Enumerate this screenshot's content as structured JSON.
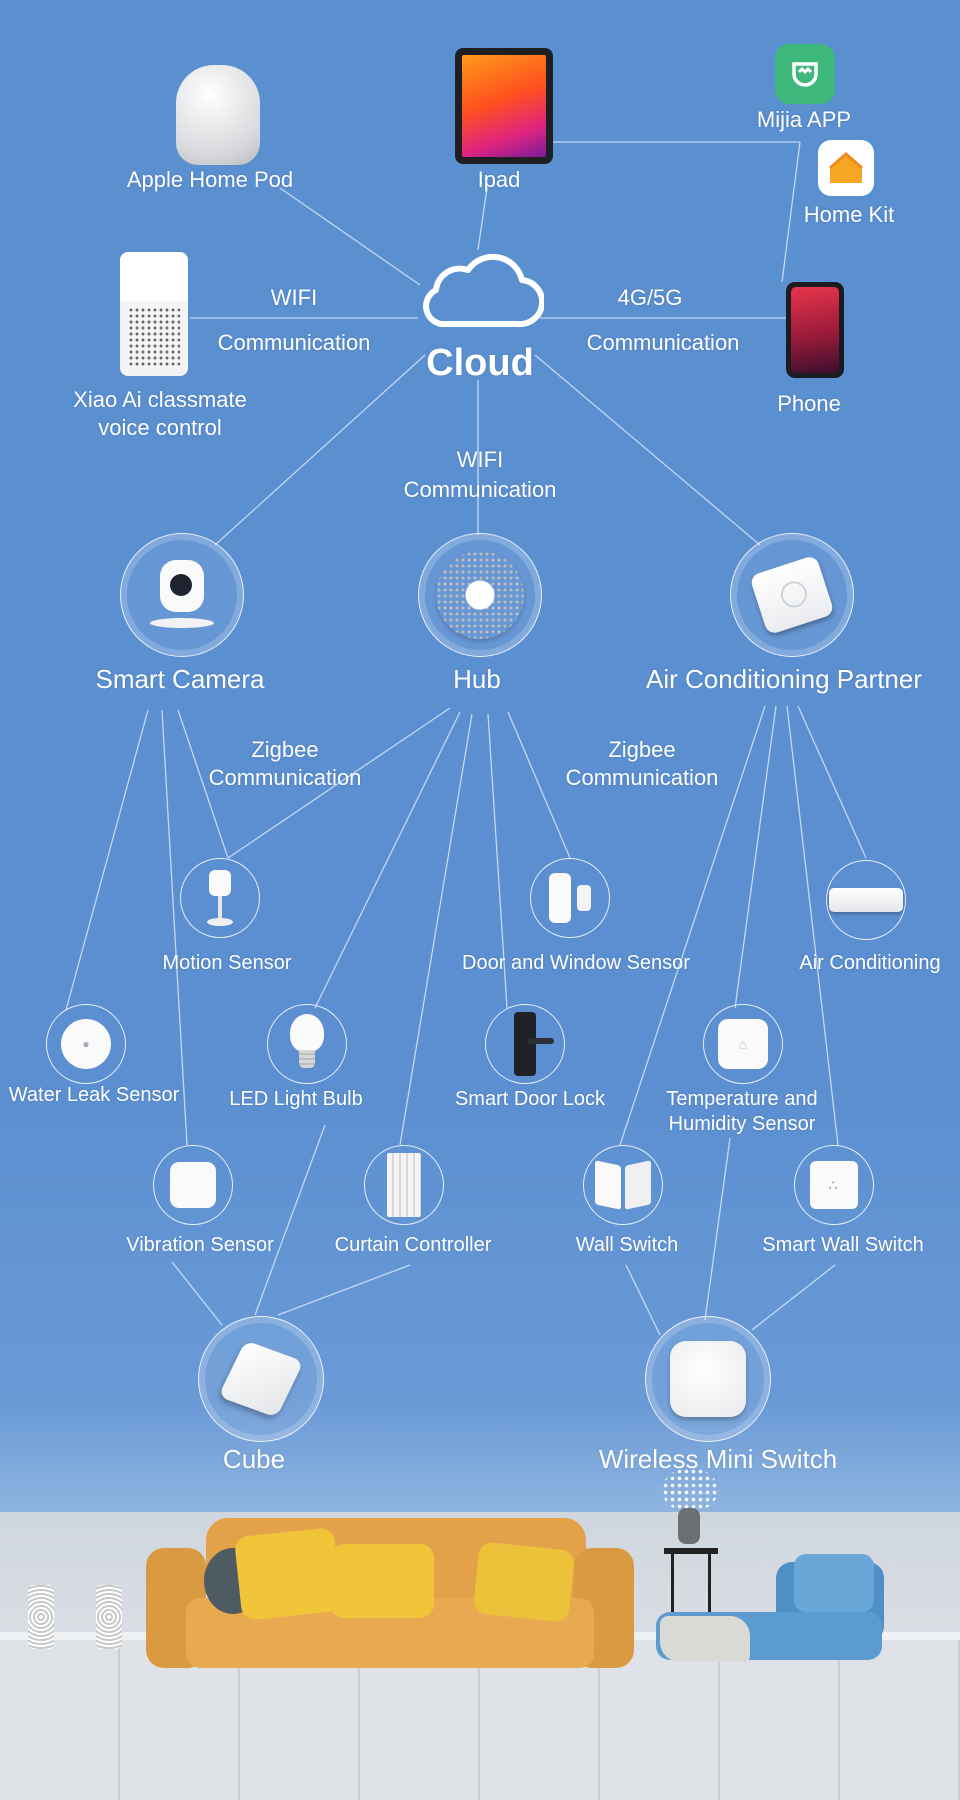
{
  "cloud": {
    "label": "Cloud"
  },
  "top": {
    "homepod": "Apple Home Pod",
    "ipad": "Ipad",
    "mijia": "Mijia APP",
    "homekit": "Home Kit",
    "xiaoai": "Xiao Ai classmate\nvoice control",
    "phone": "Phone"
  },
  "links": {
    "wifi_left_1": "WIFI",
    "wifi_left_2": "Communication",
    "cell_right_1": "4G/5G",
    "cell_right_2": "Communication",
    "wifi_mid_1": "WIFI",
    "wifi_mid_2": "Communication",
    "zigbee_left": "Zigbee\nCommunication",
    "zigbee_right": "Zigbee\nCommunication"
  },
  "hubs": {
    "camera": "Smart Camera",
    "hub": "Hub",
    "ac_partner": "Air Conditioning Partner"
  },
  "devices": {
    "motion": "Motion Sensor",
    "door_window": "Door and Window Sensor",
    "air_conditioning": "Air Conditioning",
    "water_leak": "Water Leak Sensor",
    "led_bulb": "LED Light Bulb",
    "door_lock": "Smart Door Lock",
    "temp_humidity": "Temperature and\nHumidity Sensor",
    "vibration": "Vibration Sensor",
    "curtain": "Curtain Controller",
    "wall_switch": "Wall Switch",
    "smart_wall_switch": "Smart Wall Switch",
    "cube": "Cube",
    "mini_switch": "Wireless Mini Switch"
  },
  "colors": {
    "background": "#5b8fd1",
    "line": "#dbe7f6",
    "sofa": "#e3a24a",
    "chaise": "#5b9bd0"
  }
}
